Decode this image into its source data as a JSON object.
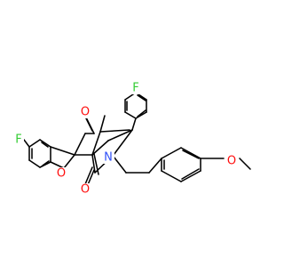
{
  "structure": {
    "atoms": [
      {
        "id": "F_top",
        "label": "F",
        "color": "#33cc33"
      },
      {
        "id": "F_left",
        "label": "F",
        "color": "#33cc33"
      },
      {
        "id": "N",
        "label": "N",
        "color": "#3050f8"
      },
      {
        "id": "O_upper",
        "label": "O",
        "color": "#ff0d0d"
      },
      {
        "id": "O_lower",
        "label": "O",
        "color": "#ff0d0d"
      },
      {
        "id": "O_ring",
        "label": "O",
        "color": "#ff0d0d"
      },
      {
        "id": "O_methoxy",
        "label": "O",
        "color": "#ff0d0d"
      }
    ]
  }
}
